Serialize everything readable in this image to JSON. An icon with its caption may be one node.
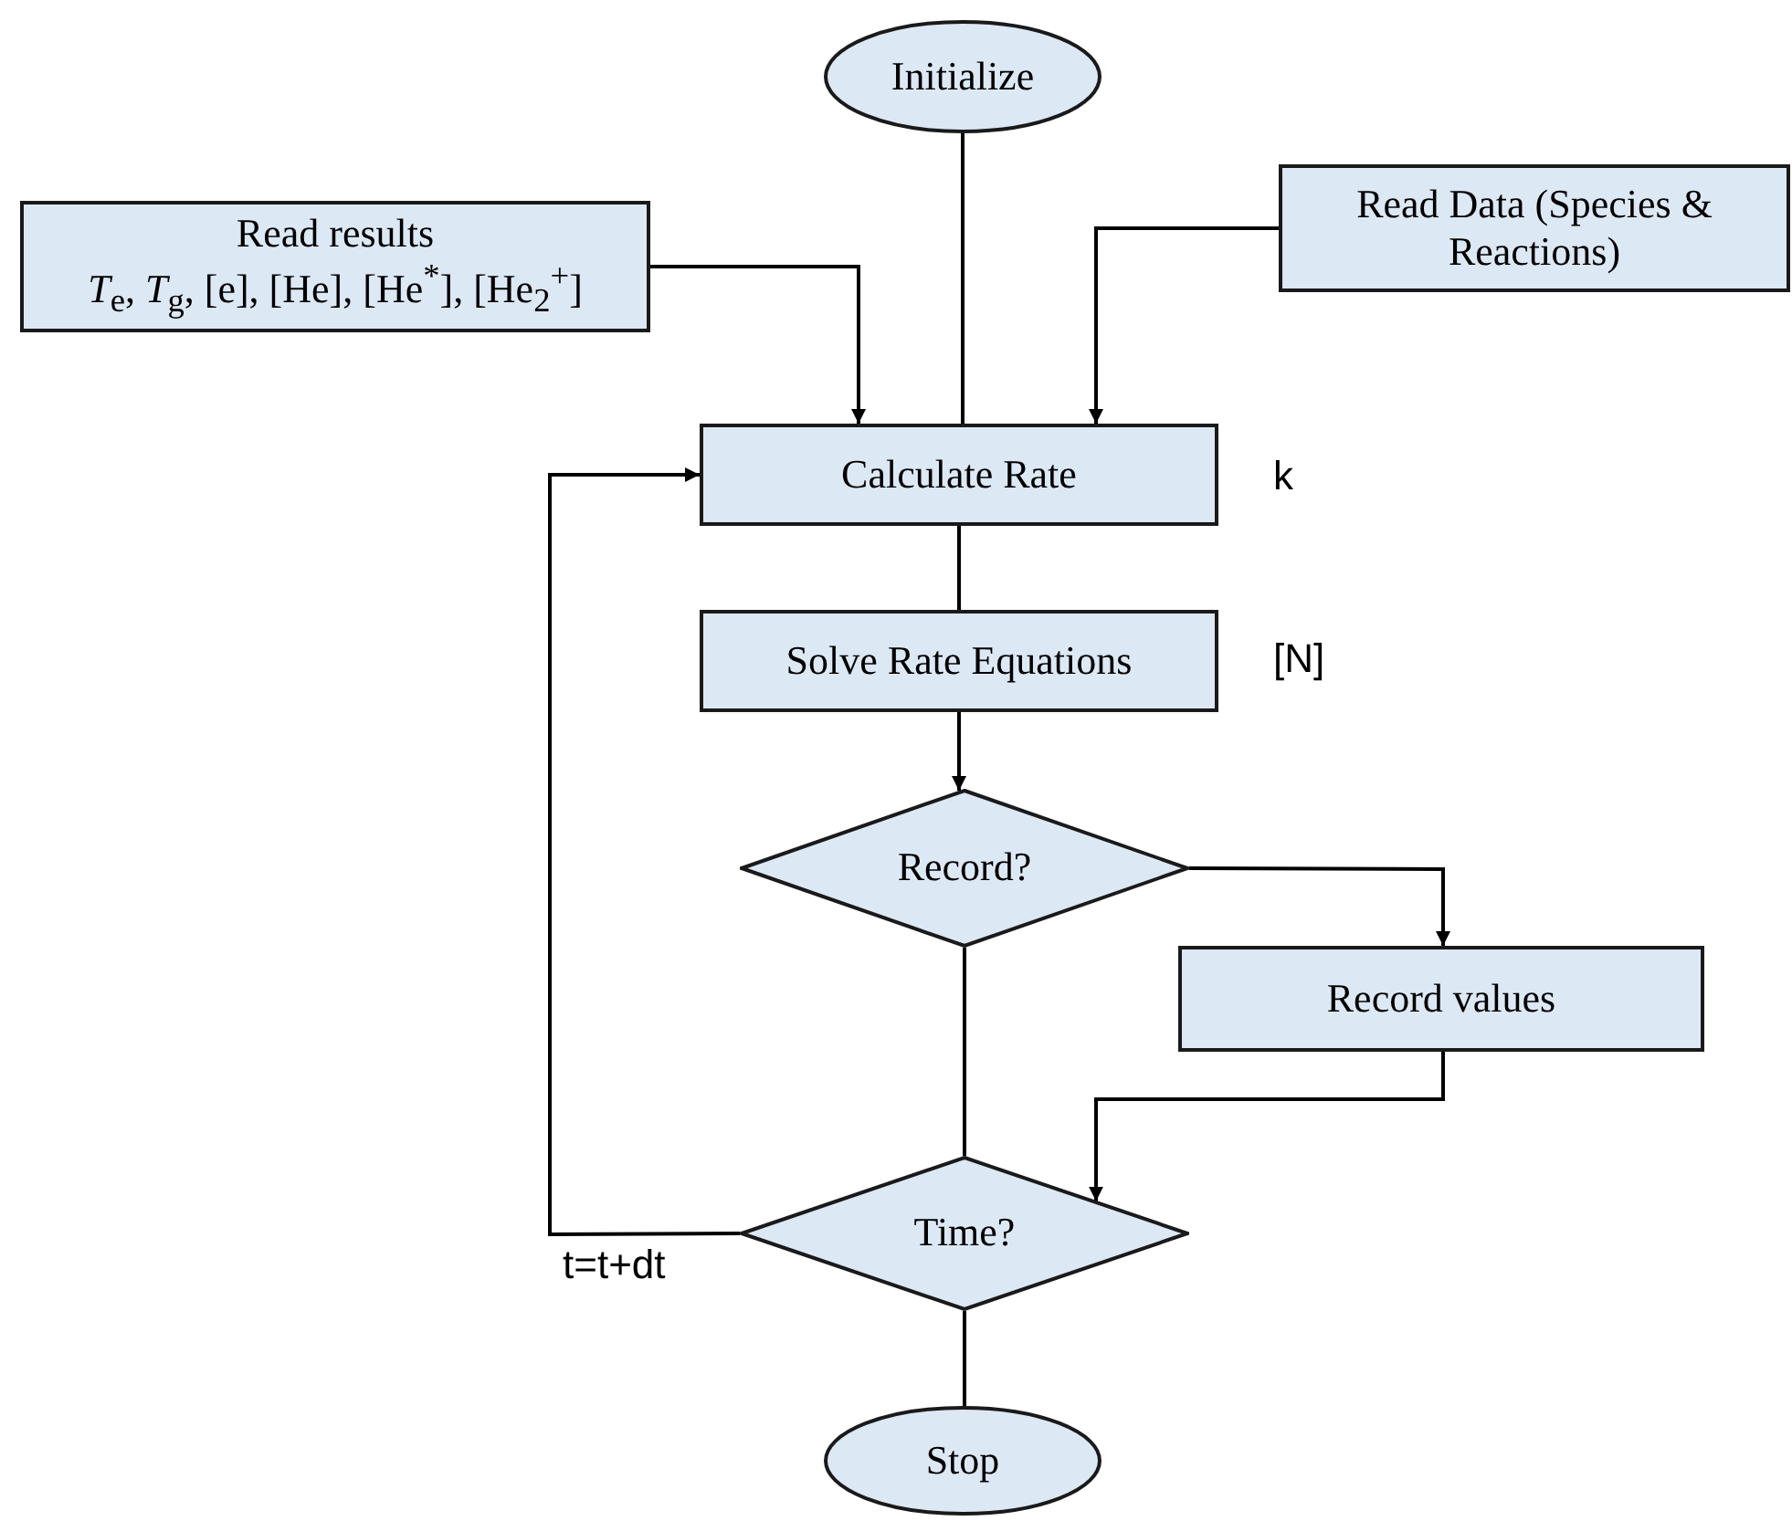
{
  "diagram": {
    "nodes": [
      {
        "text": [
          "Initialize"
        ]
      },
      {
        "text": [
          "Read results",
          "*T*$_{e}$, *T*$_{g}$, [e], [He], [He$^{*}$], [He$_{2}$$^{+}$]"
        ]
      },
      {
        "text": [
          "Read Data (Species & Reactions)"
        ]
      },
      {
        "text": [
          "Calculate Rate"
        ],
        "beside": [
          "k"
        ]
      },
      {
        "text": [
          "Solve Rate Equations"
        ],
        "beside": [
          "[N]"
        ]
      },
      {
        "text": [
          "Record?"
        ]
      },
      {
        "text": [
          "Record values"
        ]
      },
      {
        "text": [
          "Time?"
        ]
      },
      {
        "text": [
          "Stop"
        ]
      }
    ],
    "edges": [
      {
        "from": 0,
        "to": 3,
        "arrow": "none"
      },
      {
        "from": 1,
        "to": 3,
        "arrow": "to"
      },
      {
        "from": 2,
        "to": 3,
        "arrow": "to"
      },
      {
        "from": 7,
        "to": 3,
        "arrow": "to",
        "label": "t=t+dt"
      },
      {
        "from": 3,
        "to": 4,
        "arrow": "none"
      },
      {
        "from": 4,
        "to": 5,
        "arrow": "to"
      },
      {
        "from": 5,
        "to": 6,
        "arrow": "to"
      },
      {
        "from": 5,
        "to": 7,
        "arrow": "none"
      },
      {
        "from": 6,
        "to": 7,
        "arrow": "to"
      },
      {
        "from": 7,
        "to": 8,
        "arrow": "none"
      }
    ]
  }
}
